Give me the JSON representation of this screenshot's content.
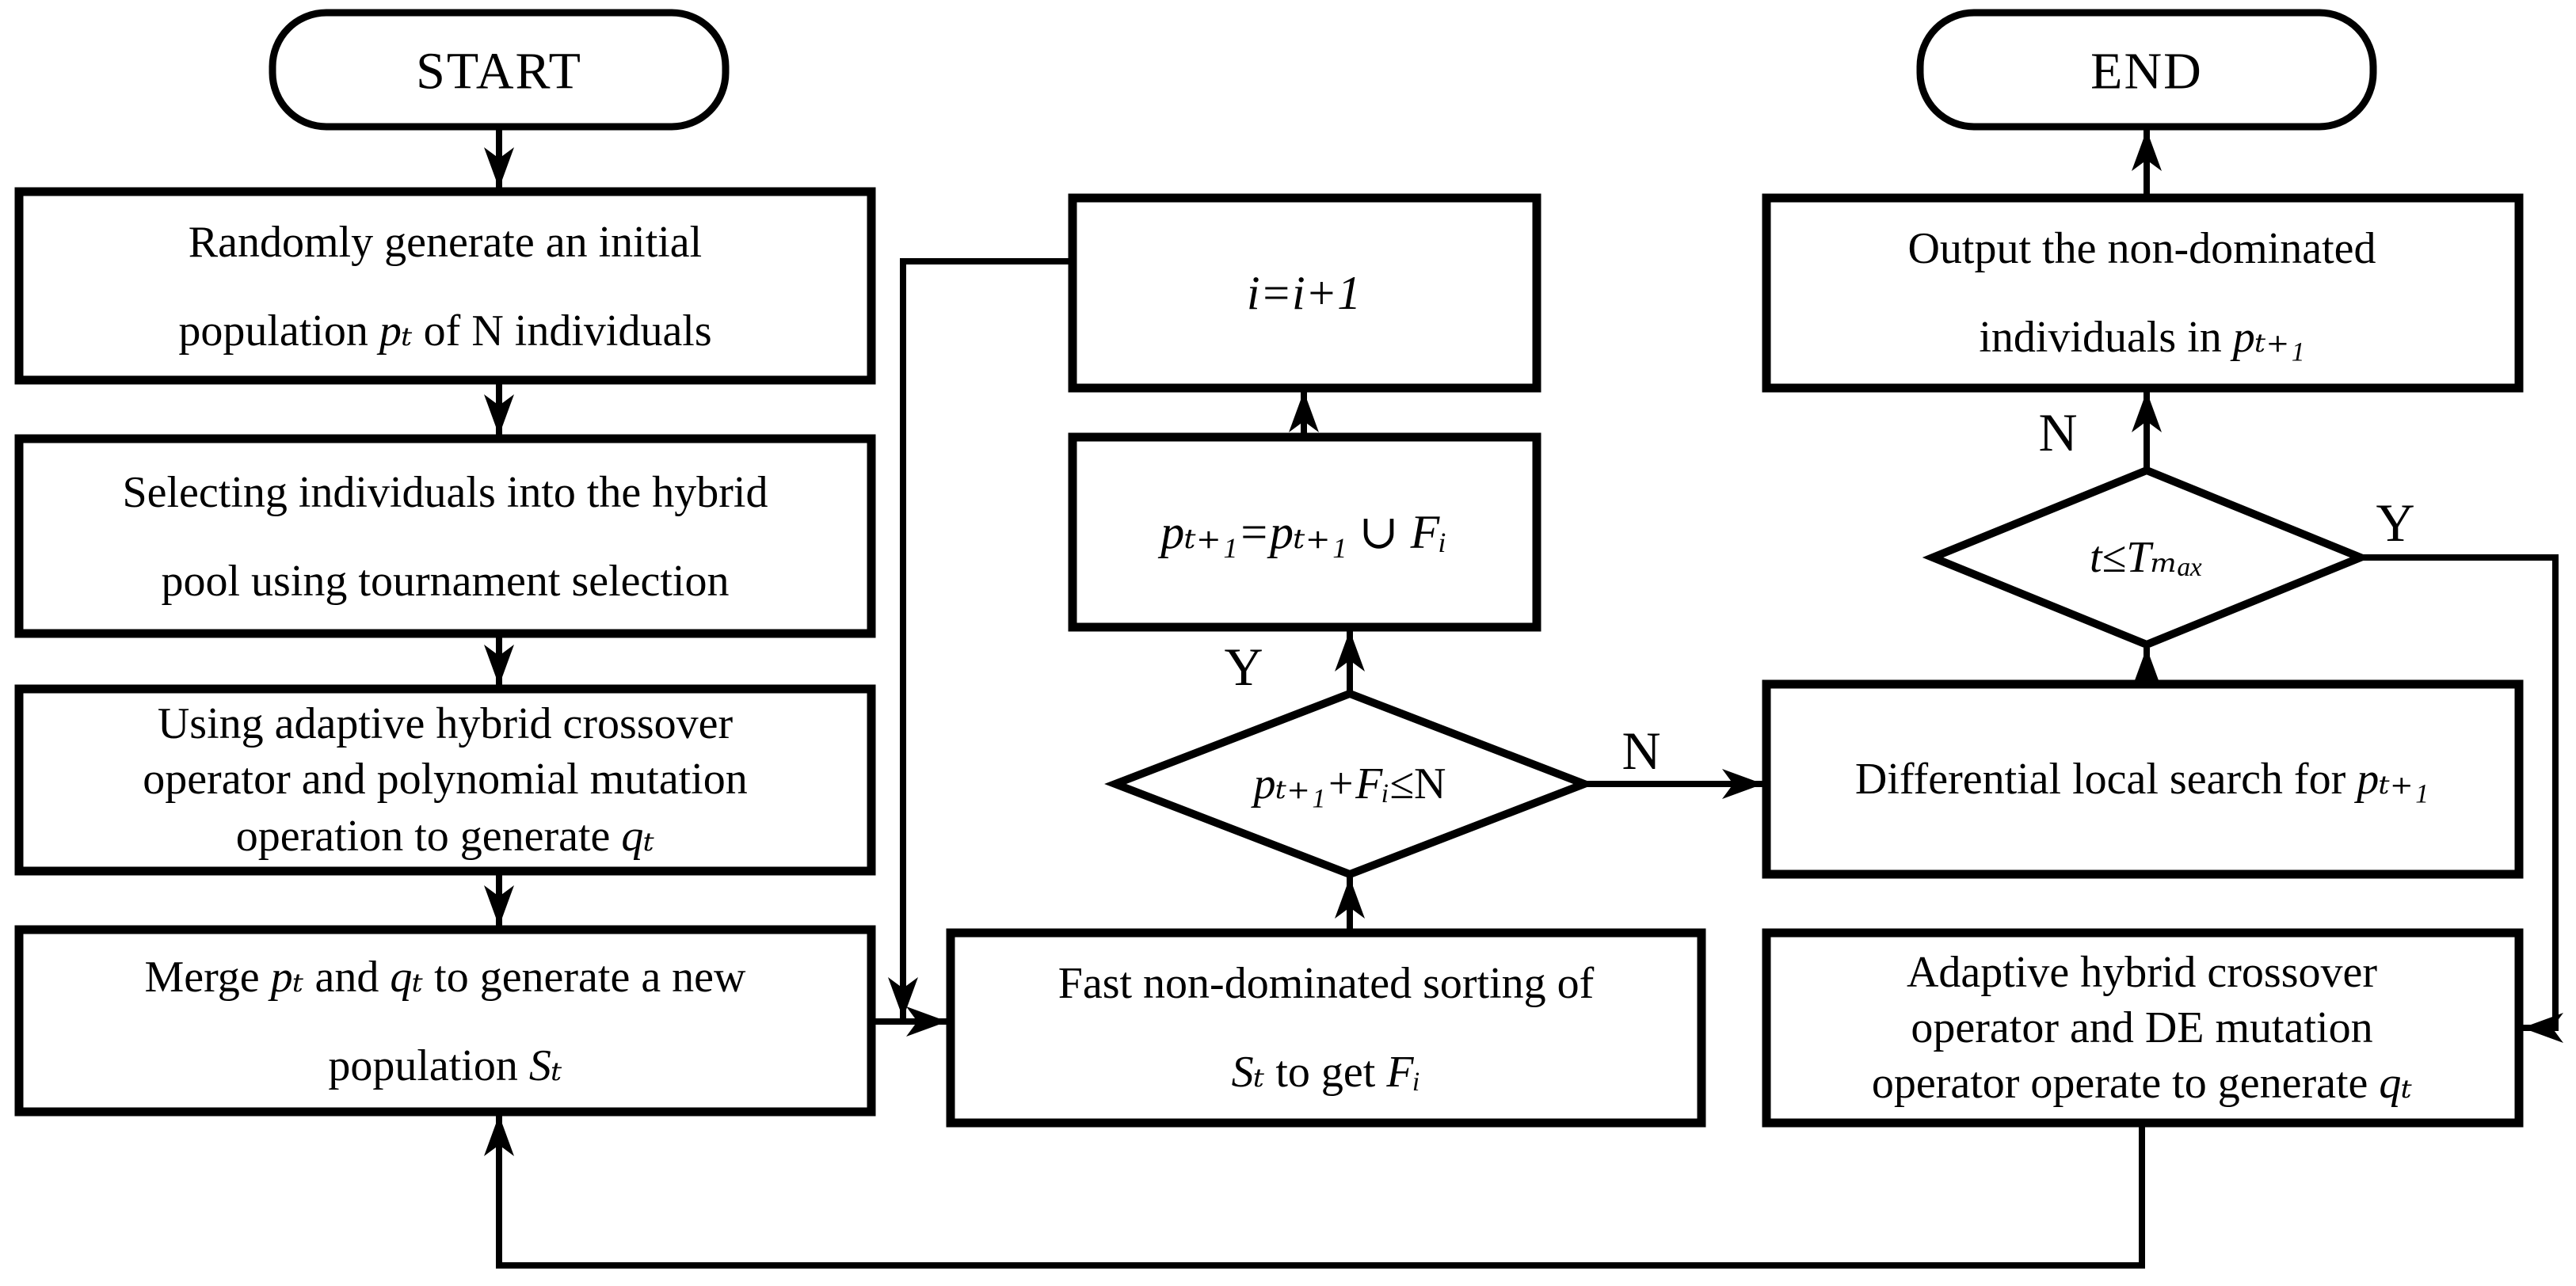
{
  "diagram": {
    "background_color": "#ffffff",
    "stroke_color": "#000000",
    "type": "flowchart"
  },
  "nodes": {
    "start": {
      "label": "START"
    },
    "end": {
      "label": "END"
    },
    "init_population": {
      "lines": [
        {
          "segs": [
            {
              "t": "Randomly generate an initial"
            }
          ]
        },
        {
          "segs": [
            {
              "t": "population "
            },
            {
              "t": "pₜ",
              "math": true
            },
            {
              "t": " of N individuals"
            }
          ]
        }
      ]
    },
    "tournament_selection": {
      "lines": [
        {
          "segs": [
            {
              "t": "Selecting individuals into the hybrid"
            }
          ]
        },
        {
          "segs": [
            {
              "t": "pool using tournament selection"
            }
          ]
        }
      ]
    },
    "crossover_mutation": {
      "lines": [
        {
          "segs": [
            {
              "t": "Using adaptive hybrid crossover"
            }
          ]
        },
        {
          "segs": [
            {
              "t": "operator and polynomial mutation"
            }
          ]
        },
        {
          "segs": [
            {
              "t": "operation to generate "
            },
            {
              "t": "qₜ",
              "math": true
            }
          ]
        }
      ]
    },
    "merge_population": {
      "lines": [
        {
          "segs": [
            {
              "t": "Merge "
            },
            {
              "t": "pₜ",
              "math": true
            },
            {
              "t": " and "
            },
            {
              "t": "qₜ",
              "math": true
            },
            {
              "t": " to generate a new"
            }
          ]
        },
        {
          "segs": [
            {
              "t": "population "
            },
            {
              "t": "Sₜ",
              "math": true
            }
          ]
        }
      ]
    },
    "increment_i": {
      "lines": [
        {
          "segs": [
            {
              "t": "i=i+1",
              "math": true
            }
          ]
        }
      ]
    },
    "union_front": {
      "lines": [
        {
          "segs": [
            {
              "t": "pₜ₊₁=pₜ₊₁ ∪ Fᵢ",
              "math": true
            }
          ]
        }
      ]
    },
    "size_check_diamond": {
      "lines": [
        {
          "segs": [
            {
              "t": "pₜ₊₁+Fᵢ≤",
              "math": true
            },
            {
              "t": "N"
            }
          ]
        }
      ]
    },
    "fast_sorting": {
      "lines": [
        {
          "segs": [
            {
              "t": "Fast non-dominated sorting of"
            }
          ]
        },
        {
          "segs": [
            {
              "t": "Sₜ",
              "math": true
            },
            {
              "t": " to get "
            },
            {
              "t": "Fᵢ",
              "math": true
            }
          ]
        }
      ]
    },
    "output_result": {
      "lines": [
        {
          "segs": [
            {
              "t": "Output the non-dominated"
            }
          ]
        },
        {
          "segs": [
            {
              "t": "individuals in "
            },
            {
              "t": "pₜ₊₁",
              "math": true
            }
          ]
        }
      ]
    },
    "iteration_check_diamond": {
      "lines": [
        {
          "segs": [
            {
              "t": "t≤Tₘₐₓ",
              "math": true
            }
          ]
        }
      ]
    },
    "local_search": {
      "lines": [
        {
          "segs": [
            {
              "t": "Differential local search for "
            },
            {
              "t": "pₜ₊₁",
              "math": true
            }
          ]
        }
      ]
    },
    "de_crossover": {
      "lines": [
        {
          "segs": [
            {
              "t": "Adaptive hybrid crossover"
            }
          ]
        },
        {
          "segs": [
            {
              "t": "operator and DE mutation"
            }
          ]
        },
        {
          "segs": [
            {
              "t": "operator operate to generate "
            },
            {
              "t": "qₜ",
              "math": true
            }
          ]
        }
      ]
    }
  },
  "edge_labels": {
    "size_check_yes": "Y",
    "size_check_no": "N",
    "iteration_check_no": "N",
    "iteration_check_yes": "Y"
  }
}
